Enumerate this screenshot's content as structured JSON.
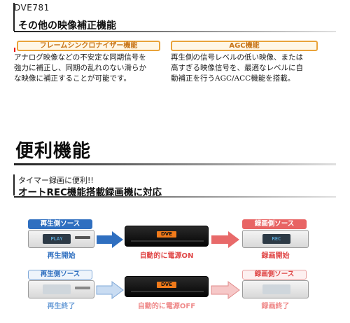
{
  "header": {
    "model": "DVE781",
    "section_title": "その他の映像補正機能"
  },
  "features": [
    {
      "label": "フレームシンクロナイザー機能",
      "lines": [
        "アナログ映像などの不安定な同期信号を",
        "強力に補正し、同期の乱れのない滑らか",
        "な映像に補正することが可能です。"
      ]
    },
    {
      "label": "AGC機能",
      "lines": [
        "再生側の信号レベルの低い映像、または",
        "高すぎる映像信号を、最適なレベルに自",
        "動補正を行うAGC/ACC機能を搭載。"
      ]
    }
  ],
  "convenience": {
    "title": "便利機能",
    "sub_label": "タイマー録画に便利!!",
    "sub_title": "オートREC機能搭載録画機に対応"
  },
  "diagram": {
    "rows": [
      {
        "source_label": "再生側ソース",
        "source_display": "PLAY",
        "source_caption": "再生開始",
        "device_logo": "DVE",
        "device_caption": "自動的に電源ON",
        "target_label": "録画側ソース",
        "target_display": "REC",
        "target_caption": "録画開始",
        "active": true
      },
      {
        "source_label": "再生側ソース",
        "source_display": "",
        "source_caption": "再生終了",
        "device_logo": "DVE",
        "device_caption": "自動的に電源OFF",
        "target_label": "録画側ソース",
        "target_display": "",
        "target_caption": "録画終了",
        "active": false
      }
    ],
    "colors": {
      "play_blue": "#2f6fc0",
      "play_blue_light": "#c9dcf2",
      "rec_red": "#e04848",
      "rec_red_light": "#f6c8c8",
      "dve_orange": "#f07a1a"
    }
  }
}
